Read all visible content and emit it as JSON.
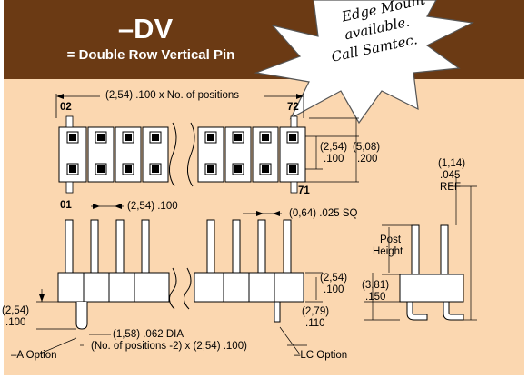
{
  "header": {
    "code": "–DV",
    "subtitle": "= Double Row Vertical Pin"
  },
  "starburst": {
    "line1": "Edge Mount",
    "line2": "available.",
    "line3": "Call Samtec."
  },
  "top_view": {
    "width_dim": "(2,54) .100 x No. of positions",
    "label_02": "02",
    "label_72": "72",
    "label_01": "01",
    "label_71": "71",
    "pitch_dim": "(2,54) .100",
    "row_dim_a": "(2,54)",
    "row_dim_a2": ".100",
    "row_dim_b": "(5,08)",
    "row_dim_b2": ".200"
  },
  "side_view": {
    "sq_dim": "(0,64) .025 SQ",
    "body_dim_a": "(2,54)",
    "body_dim_a2": ".100",
    "tail_dim_a": "(2,79)",
    "tail_dim_a2": ".110",
    "left_dim_a": "(2,54)",
    "left_dim_a2": ".100",
    "dia_dim": "(1,58) .062 DIA",
    "span_dim": "(No. of positions -2) x (2,54) .100)",
    "a_option": "–A Option",
    "lc_option": "–LC Option"
  },
  "end_view": {
    "ref_dim_a": "(1,14)",
    "ref_dim_b": ".045",
    "ref_dim_c": "REF",
    "post_a": "Post",
    "post_b": "Height",
    "total_a": "(3,81)",
    "total_b": ".150"
  },
  "colors": {
    "panel": "#fbd7b0",
    "header": "#6b3a14"
  }
}
